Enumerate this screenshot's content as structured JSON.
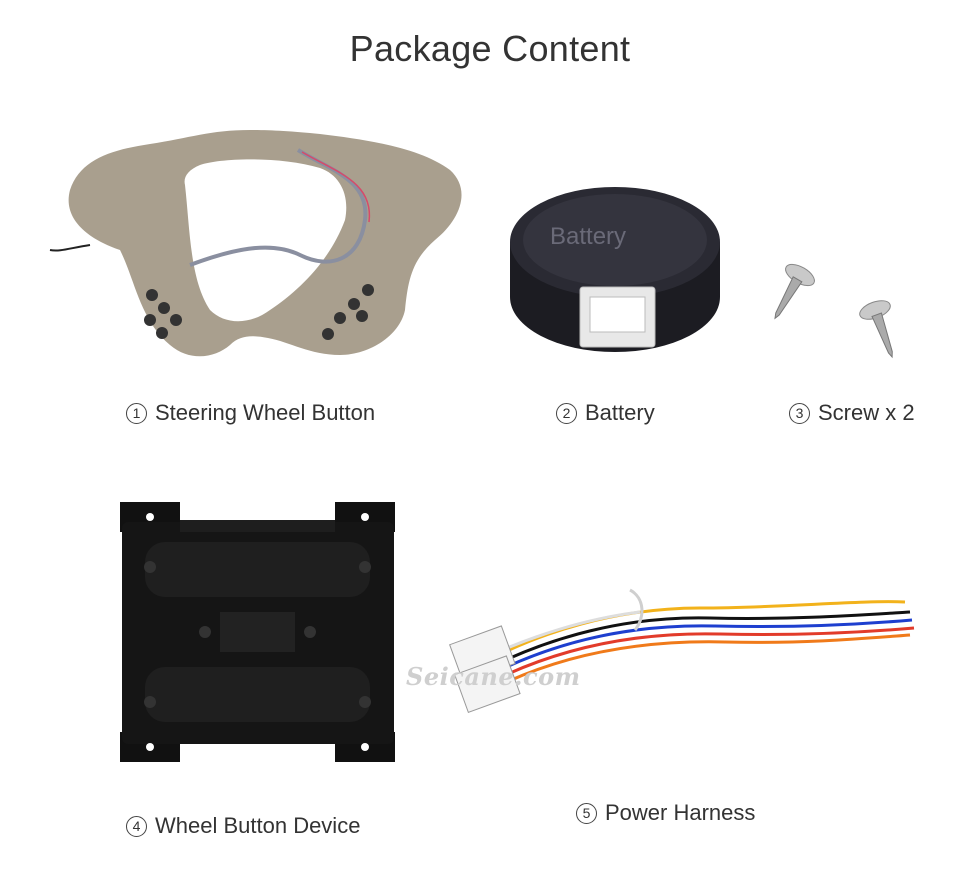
{
  "page": {
    "title": "Package Content"
  },
  "items": [
    {
      "num": "1",
      "label": "Steering Wheel Button",
      "icon": "steering-wheel-panel"
    },
    {
      "num": "2",
      "label": "Battery",
      "icon": "battery-pod",
      "print": "Battery"
    },
    {
      "num": "3",
      "label": "Screw x 2",
      "icon": "screw"
    },
    {
      "num": "4",
      "label": "Wheel Button Device",
      "icon": "control-box"
    },
    {
      "num": "5",
      "label": "Power Harness",
      "icon": "wire-harness"
    }
  ],
  "watermark": "Seicane.com",
  "colors": {
    "panel": "#a89e8d",
    "box": "#161616",
    "wires": [
      "#f2b21b",
      "#e23b2a",
      "#1e3fcf",
      "#f07a1a",
      "#111111",
      "#ffffff"
    ]
  }
}
